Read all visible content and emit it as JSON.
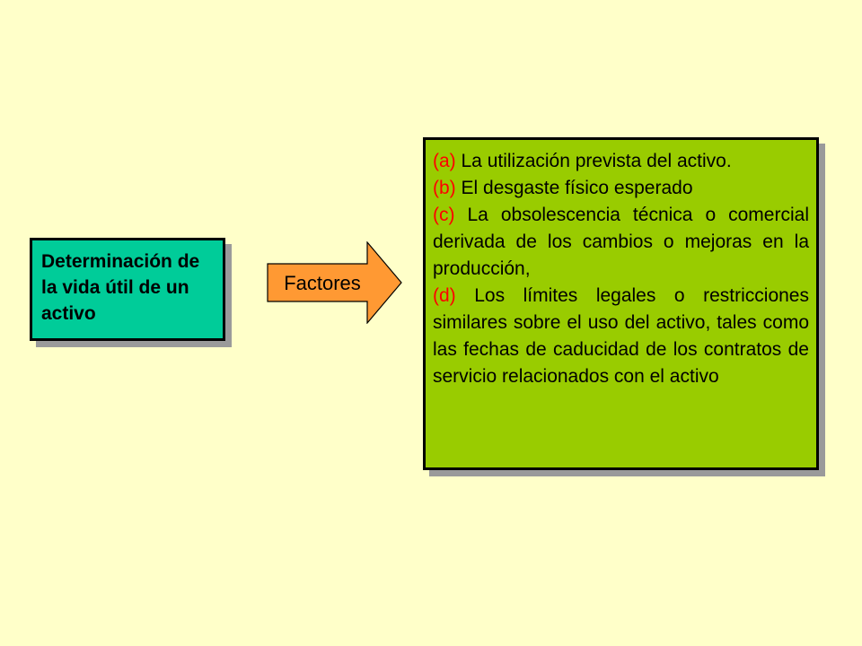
{
  "subject": {
    "text": "Determinación de la vida útil de un activo"
  },
  "arrow": {
    "label": "Factores"
  },
  "factors": {
    "items": [
      {
        "marker": "(a)",
        "text": " La utilización prevista del activo."
      },
      {
        "marker": "(b)",
        "text": " El desgaste físico esperado"
      },
      {
        "marker": "(c)",
        "text": " La obsolescencia técnica o comercial derivada de los cambios o mejoras en la producción,"
      },
      {
        "marker": "(d)",
        "text": " Los límites legales o restricciones similares sobre el uso del activo, tales como las fechas de caducidad de los contratos de servicio relacionados con el activo"
      }
    ]
  },
  "colors": {
    "background": "#ffffc9",
    "subject_fill": "#00cc99",
    "arrow_fill": "#ff9933",
    "factors_fill": "#99cc00",
    "marker": "#ff0000"
  }
}
